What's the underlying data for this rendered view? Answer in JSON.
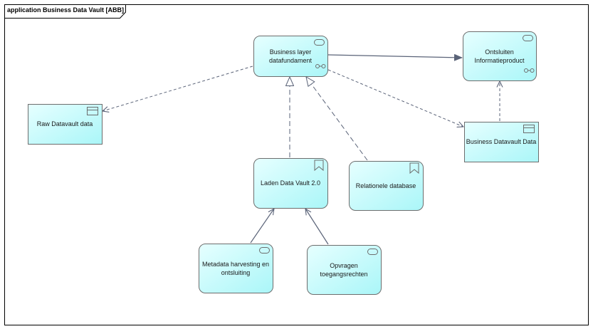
{
  "frame": {
    "title": "application Business Data Vault [ABB]"
  },
  "colors": {
    "node_fill_light": "#d9ffff",
    "node_fill": "#b3ffff",
    "node_stroke": "#6d6d6d",
    "edge": "#5a6378"
  },
  "nodes": {
    "business_layer": {
      "label": "Business layer\ndatafundament",
      "kind": "application-service",
      "icon": "service-pill-icon"
    },
    "ontsluiten": {
      "label": "Ontsluiten\nInformatieproduct",
      "kind": "application-service",
      "icon": "service-pill-icon"
    },
    "raw_datavault": {
      "label": "Raw Datavault data",
      "kind": "data-object",
      "icon": "data-object-icon"
    },
    "business_datavault": {
      "label": "Business Datavault Data",
      "kind": "data-object",
      "icon": "data-object-icon"
    },
    "laden_data_vault": {
      "label": "Laden Data Vault 2.0",
      "kind": "requirement",
      "icon": "bookmark-icon"
    },
    "relationele_database": {
      "label": "Relationele database",
      "kind": "requirement",
      "icon": "bookmark-icon"
    },
    "metadata_harvesting": {
      "label": "Metadata harvesting en\nontsluiting",
      "kind": "application-service",
      "icon": "service-pill-icon"
    },
    "opvragen_toegangsrechten": {
      "label": "Opvragen\ntoegangsrechten",
      "kind": "application-service",
      "icon": "service-pill-icon"
    }
  },
  "edges": [
    {
      "from": "business_layer",
      "to": "ontsluiten",
      "type": "triggering"
    },
    {
      "from": "business_layer",
      "to": "raw_datavault",
      "type": "access"
    },
    {
      "from": "business_layer",
      "to": "business_datavault",
      "type": "access"
    },
    {
      "from": "business_datavault",
      "to": "ontsluiten",
      "type": "access"
    },
    {
      "from": "laden_data_vault",
      "to": "business_layer",
      "type": "realization"
    },
    {
      "from": "relationele_database",
      "to": "business_layer",
      "type": "realization"
    },
    {
      "from": "metadata_harvesting",
      "to": "laden_data_vault",
      "type": "serving"
    },
    {
      "from": "opvragen_toegangsrechten",
      "to": "laden_data_vault",
      "type": "serving"
    }
  ]
}
